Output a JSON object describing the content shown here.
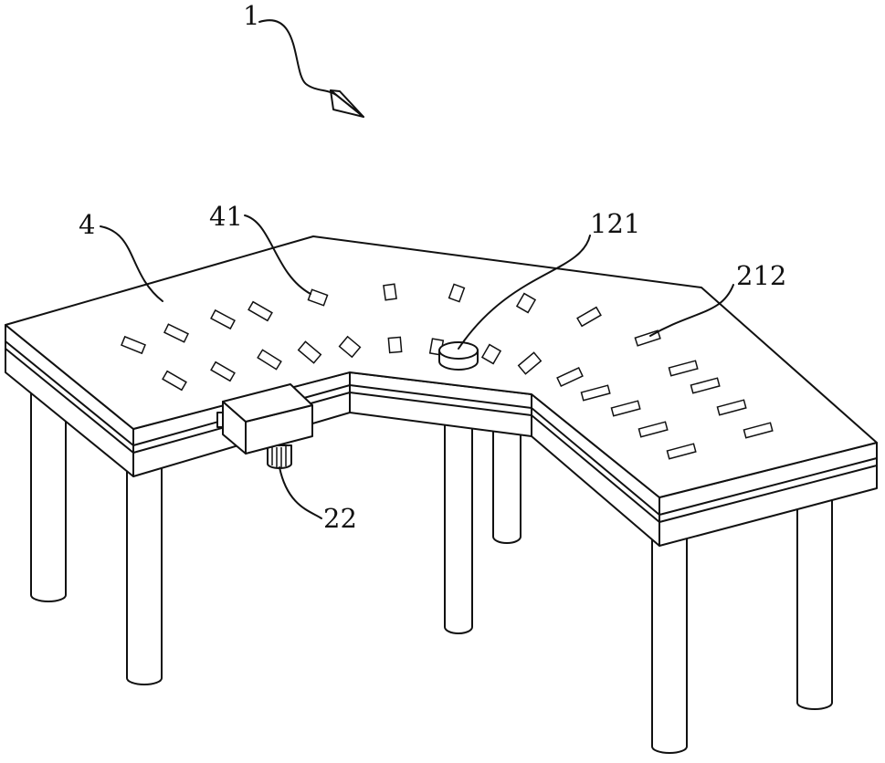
{
  "figure": {
    "labels": {
      "assembly": "1",
      "tabletop": "4",
      "slot": "41",
      "round_button": "121",
      "side_slot": "212",
      "motor": "22"
    }
  }
}
